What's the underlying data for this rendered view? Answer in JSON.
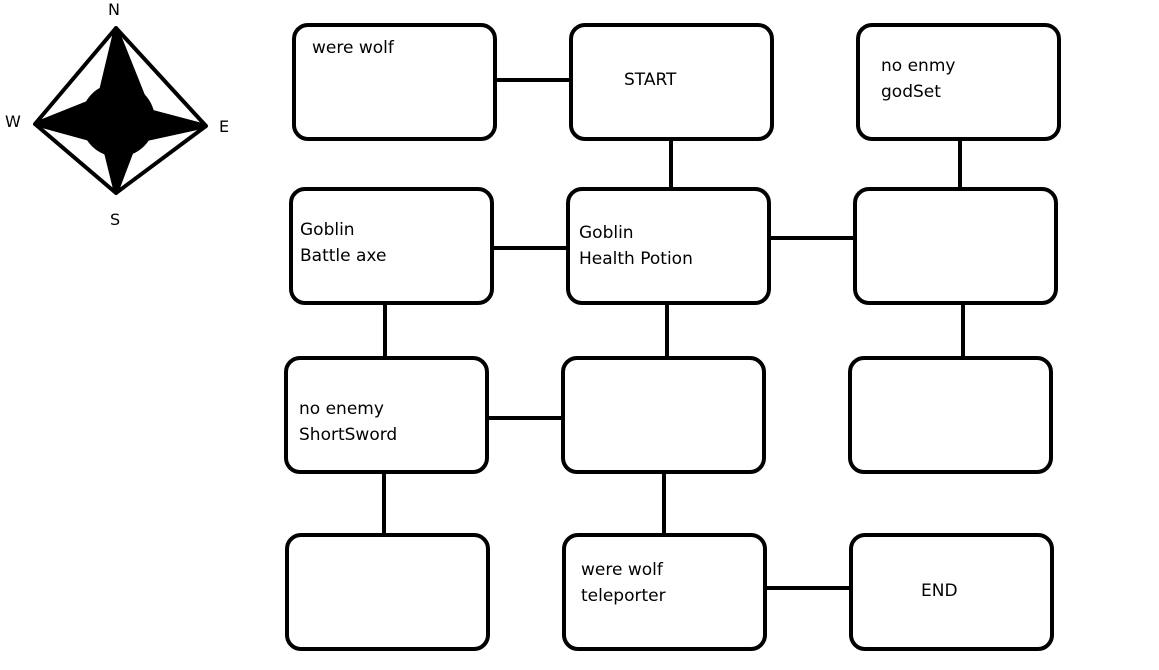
{
  "compass": {
    "north": "N",
    "south": "S",
    "east": "E",
    "west": "W"
  },
  "rooms": {
    "r1": {
      "line1": "were wolf",
      "line2": ""
    },
    "r2": {
      "line1": "START",
      "line2": ""
    },
    "r3": {
      "line1": "no enmy",
      "line2": "godSet"
    },
    "r4": {
      "line1": "Goblin",
      "line2": "Battle axe"
    },
    "r5": {
      "line1": "Goblin",
      "line2": "Health Potion"
    },
    "r6": {
      "line1": "",
      "line2": ""
    },
    "r7": {
      "line1": "no enemy",
      "line2": "ShortSword"
    },
    "r8": {
      "line1": "",
      "line2": ""
    },
    "r9": {
      "line1": "",
      "line2": ""
    },
    "r10": {
      "line1": "",
      "line2": ""
    },
    "r11": {
      "line1": "were wolf",
      "line2": "teleporter"
    },
    "r12": {
      "line1": "END",
      "line2": ""
    }
  },
  "colors": {
    "line": "#000000",
    "background": "#ffffff"
  }
}
